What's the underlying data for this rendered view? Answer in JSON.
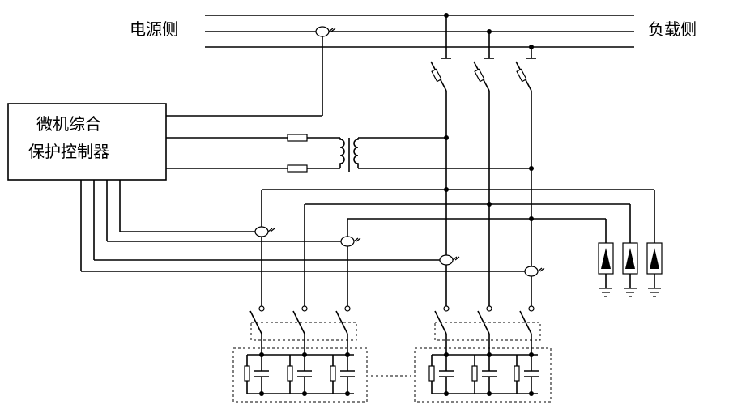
{
  "labels": {
    "source_side": "电源侧",
    "load_side": "负载侧",
    "controller_line1": "微机综合",
    "controller_line2": "保护控制器"
  }
}
